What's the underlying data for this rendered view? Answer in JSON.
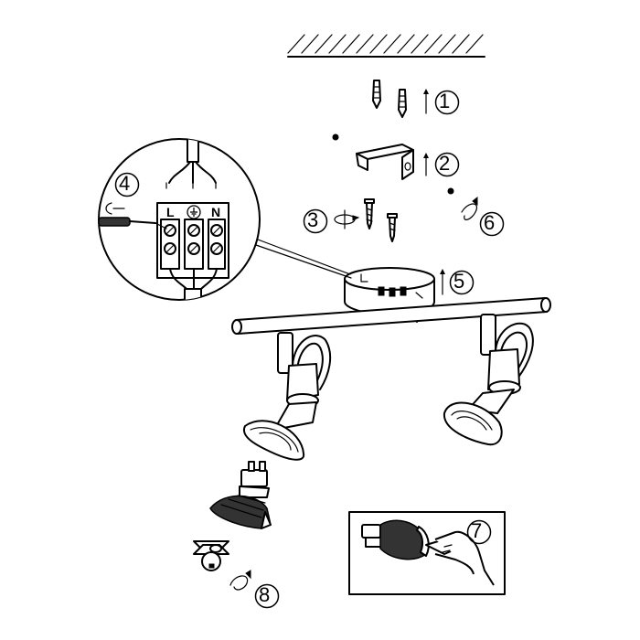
{
  "steps": [
    "1",
    "2",
    "3",
    "4",
    "5",
    "6",
    "7",
    "8"
  ],
  "terminals": {
    "live": "L",
    "neutral": "N"
  },
  "icons": {
    "ground": "earth-ground-icon",
    "rotate": "rotation-arrow-icon",
    "push": "push-up-arrow-icon",
    "screwdriver": "screwdriver-icon"
  }
}
